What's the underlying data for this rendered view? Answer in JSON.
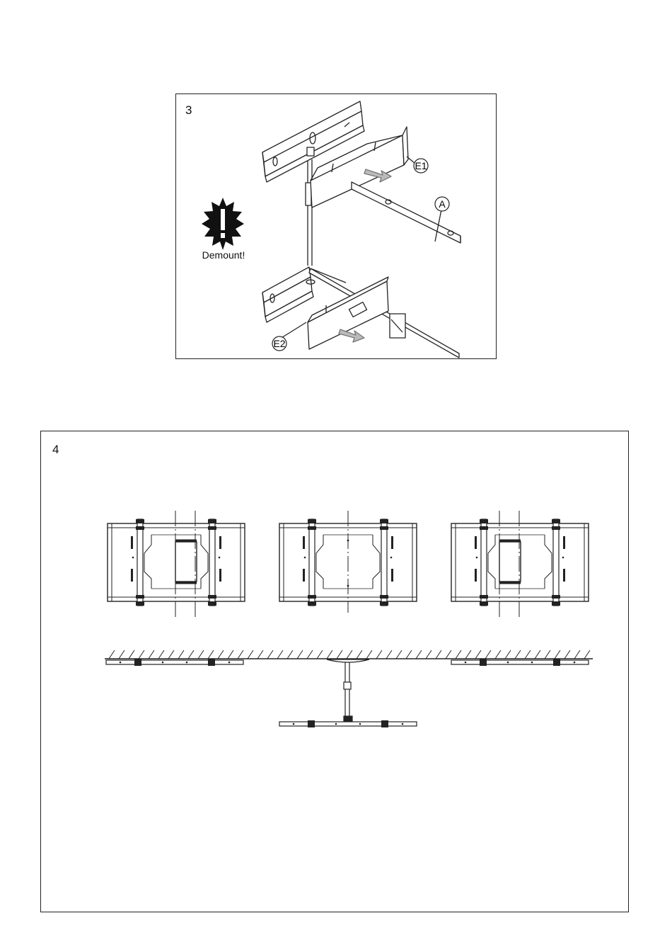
{
  "step3": {
    "number": "3",
    "warning_text": "Demount!",
    "labels": {
      "e1": "E1",
      "e2": "E2",
      "a": "A"
    }
  },
  "step4": {
    "number": "4"
  }
}
